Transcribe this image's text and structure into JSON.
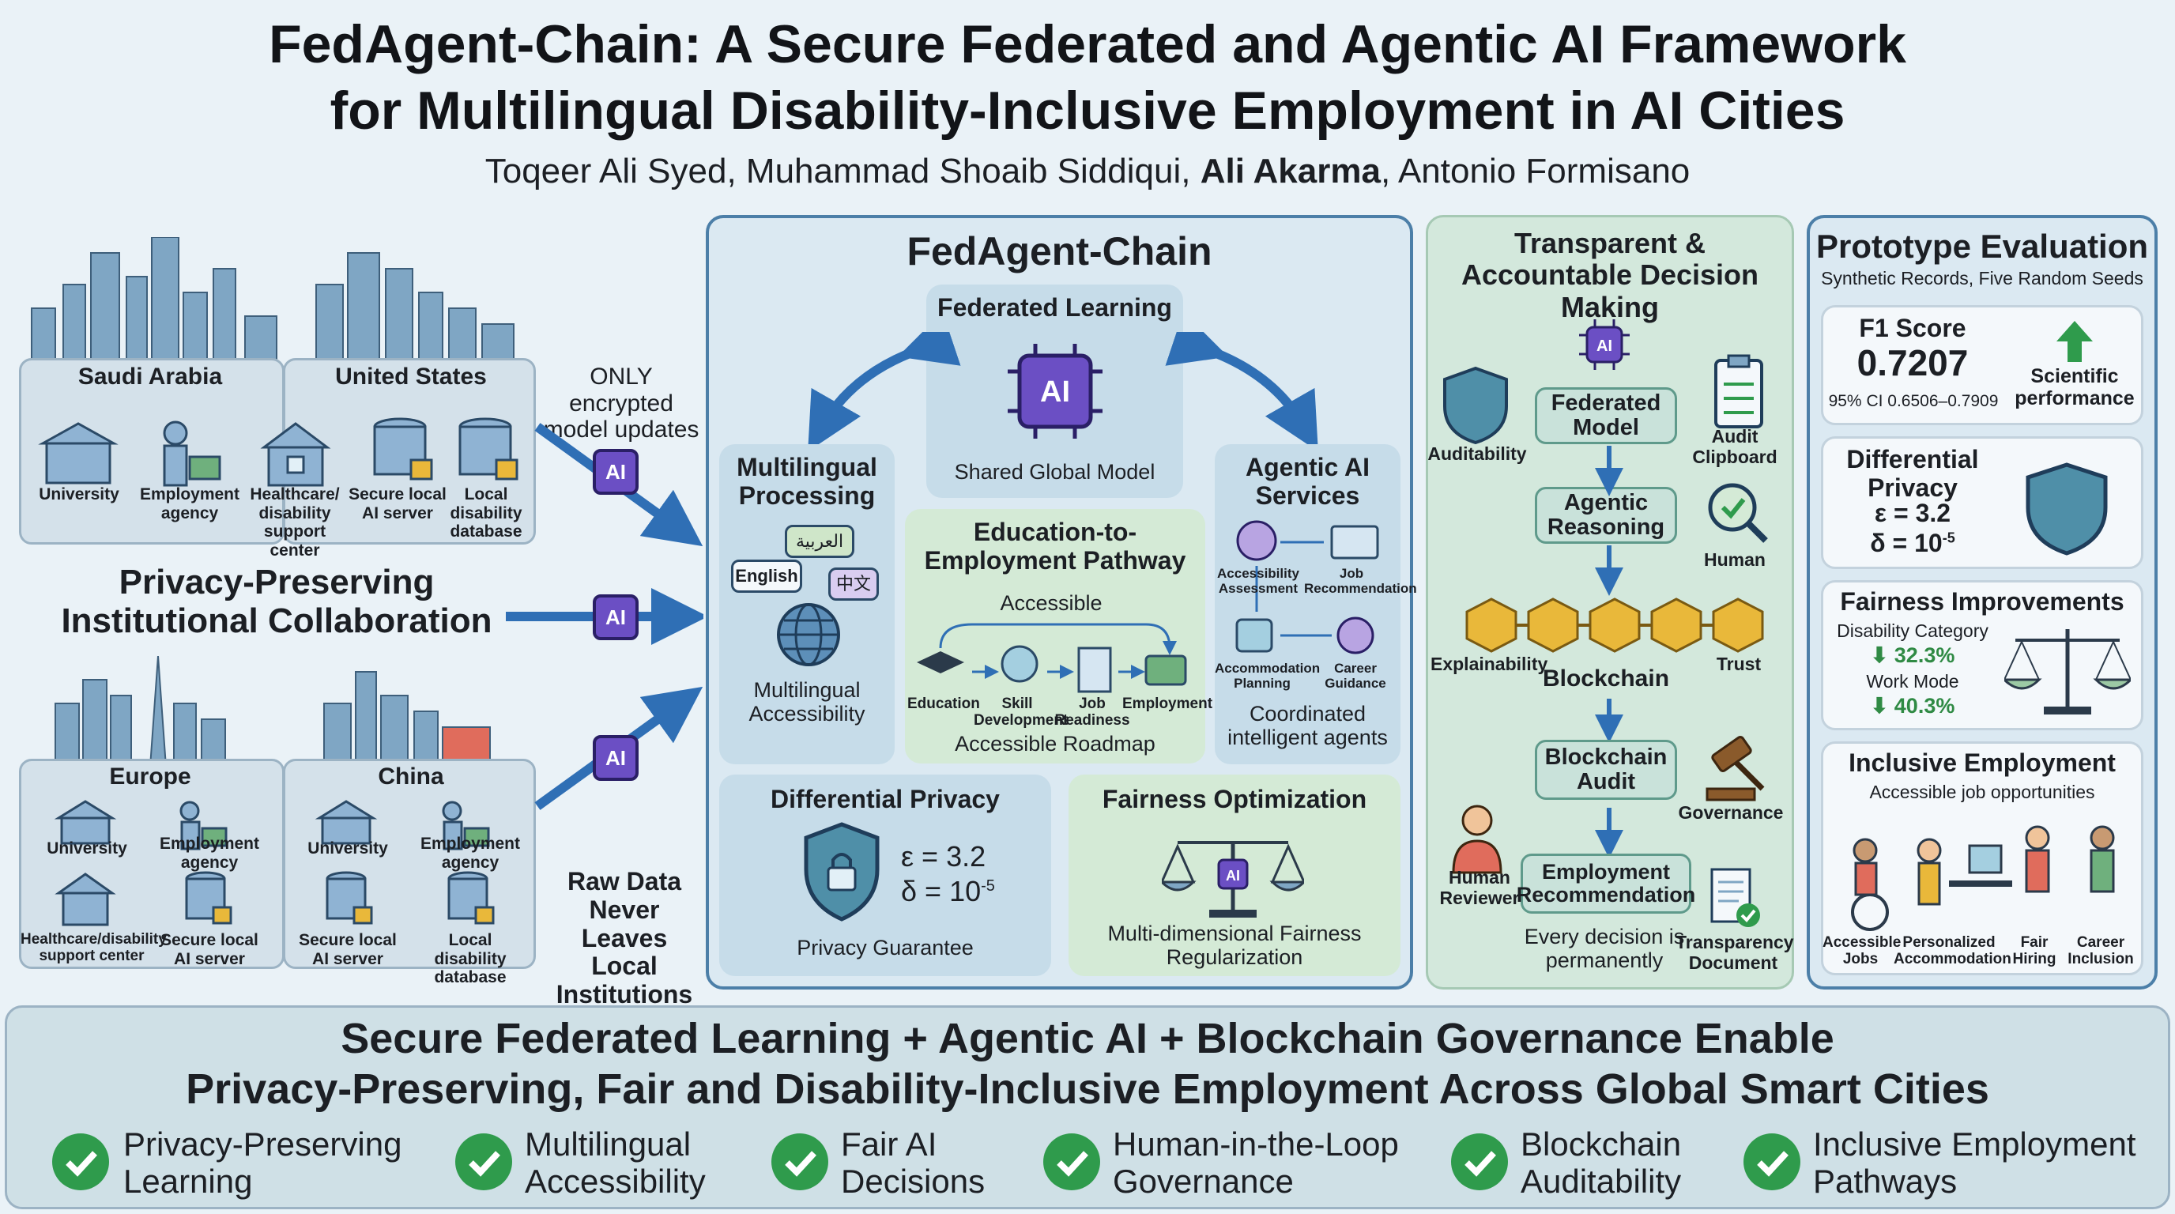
{
  "title_line1": "FedAgent-Chain: A Secure Federated and Agentic AI Framework",
  "title_line2": "for Multilingual Disability-Inclusive Employment in AI Cities",
  "authors": {
    "a1": "Toqeer Ali Syed, Muhammad Shoaib Siddiqui, ",
    "a2": "Ali Akarma",
    "a3": ", Antonio Formisano"
  },
  "left": {
    "saudi": {
      "name": "Saudi Arabia",
      "items": [
        "University",
        "Employment agency",
        "Healthcare/ disability support center",
        "Secure local AI server",
        "Local disability database"
      ]
    },
    "us": {
      "name": "United States"
    },
    "encrypted_note": "ONLY encrypted model updates",
    "collab_title": "Privacy-Preserving Institutional Collaboration",
    "europe": {
      "name": "Europe",
      "items": [
        "University",
        "Employment agency",
        "Healthcare/disability support center",
        "Secure local AI server"
      ]
    },
    "china": {
      "name": "China",
      "items": [
        "University",
        "Employment agency",
        "Secure local AI server",
        "Local disability database"
      ]
    },
    "raw_note": "Raw Data Never Leaves Local Institutions",
    "ai_chip": "AI"
  },
  "center": {
    "title": "FedAgent-Chain",
    "fl": {
      "title": "Federated Learning",
      "caption": "Shared Global Model"
    },
    "multi": {
      "title": "Multilingual Processing",
      "langs": [
        "English",
        "العربية",
        "中文"
      ],
      "caption": "Multilingual Accessibility"
    },
    "edu": {
      "title": "Education-to-Employment Pathway",
      "accessible": "Accessible",
      "steps": [
        "Education",
        "Skill Development",
        "Job Readiness",
        "Employment"
      ],
      "caption": "Accessible Roadmap"
    },
    "agentic": {
      "title": "Agentic AI Services",
      "agents": [
        "Accessibility Assessment",
        "Job Recommendation",
        "Accommodation Planning",
        "Career Guidance"
      ],
      "caption": "Coordinated intelligent agents"
    },
    "dp": {
      "title": "Differential Privacy",
      "eps": "ε = 3.2",
      "delta": "δ = 10",
      "delta_exp": "-5",
      "caption": "Privacy Guarantee"
    },
    "fair": {
      "title": "Fairness Optimization",
      "caption": "Multi-dimensional Fairness Regularization"
    }
  },
  "transparent": {
    "title": "Transparent & Accountable Decision Making",
    "flow": [
      "Federated Model",
      "Agentic Reasoning",
      "Blockchain",
      "Blockchain Audit",
      "Employment Recommendation"
    ],
    "side": {
      "auditability": "Auditability",
      "audit_clipboard": "Audit Clipboard",
      "human": "Human",
      "explainability": "Explainability",
      "trust": "Trust",
      "governance": "Governance",
      "human_reviewer": "Human Reviewer",
      "transparency_doc": "Transparency Document"
    },
    "note": "Every decision is permanently"
  },
  "eval": {
    "title": "Prototype Evaluation",
    "subtitle": "Synthetic Records, Five Random Seeds",
    "f1_label": "F1 Score",
    "f1_value": "0.7207",
    "f1_ci": "95% CI 0.6506–0.7909",
    "f1_tag": "Scientific performance",
    "dp_title": "Differential Privacy",
    "dp_eps": "ε = 3.2",
    "dp_delta": "δ = 10",
    "dp_exp": "-5",
    "fair_title": "Fairness Improvements",
    "fair_c1": "Disability Category",
    "fair_v1": "⬇ 32.3%",
    "fair_c2": "Work Mode",
    "fair_v2": "⬇ 40.3%",
    "inc_title": "Inclusive Employment",
    "inc_sub": "Accessible job opportunities",
    "inc_items": [
      "Accessible Jobs",
      "Personalized Accommodation",
      "Fair Hiring",
      "Career Inclusion"
    ]
  },
  "bottom": {
    "line1": "Secure Federated Learning + Agentic AI + Blockchain Governance Enable",
    "line2": "Privacy-Preserving, Fair and Disability-Inclusive Employment Across Global Smart Cities",
    "benefits": [
      "Privacy-Preserving Learning",
      "Multilingual Accessibility",
      "Fair AI Decisions",
      "Human-in-the-Loop Governance",
      "Blockchain Auditability",
      "Inclusive Employment Pathways"
    ]
  },
  "colors": {
    "accent_blue": "#2f6fb5",
    "chip_purple": "#6b4fc4",
    "teal": "#5f9a8b",
    "check_green": "#2f9b4c"
  }
}
